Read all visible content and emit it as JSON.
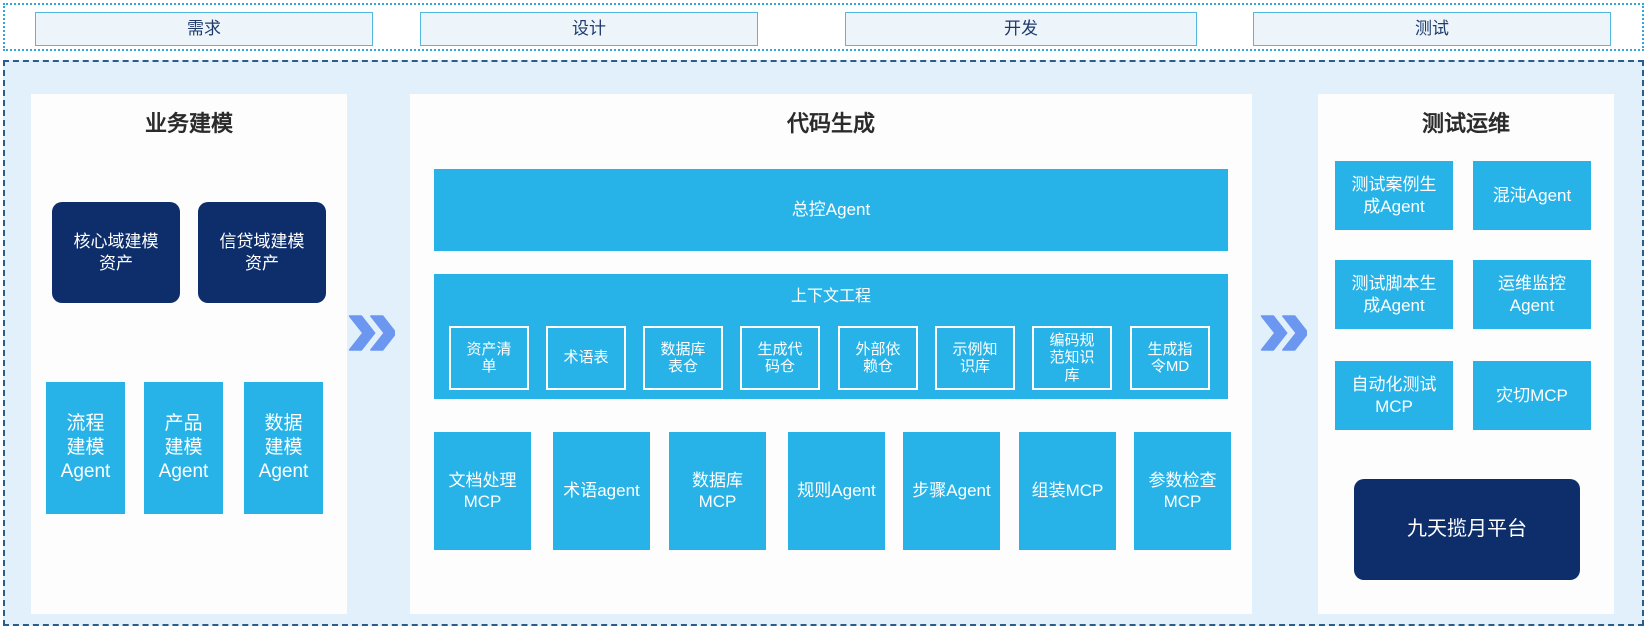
{
  "colors": {
    "cyan": "#27b3e8",
    "navy": "#0d2e6b",
    "panel_bg": "#fdfdfe",
    "container_bg": "#e1f0fa",
    "stage_box_bg": "#edf5fa",
    "stage_box_border": "#52b8e0",
    "stage_text": "#1e3a6d",
    "dotted_border": "#2fa8d5",
    "dashed_border": "#2a5d8a",
    "arrow_blue": "#6c97f0",
    "title_text": "#2b2b2b"
  },
  "stages": [
    {
      "label": "需求"
    },
    {
      "label": "设计"
    },
    {
      "label": "开发"
    },
    {
      "label": "测试"
    }
  ],
  "business_modeling": {
    "title": "业务建模",
    "asset_boxes": [
      {
        "label": "核心域建模\n资产"
      },
      {
        "label": "信贷域建模\n资产"
      }
    ],
    "agent_boxes": [
      {
        "label": "流程\n建模\nAgent"
      },
      {
        "label": "产品\n建模\nAgent"
      },
      {
        "label": "数据\n建模\nAgent"
      }
    ]
  },
  "code_generation": {
    "title": "代码生成",
    "master_agent_label": "总控Agent",
    "context_engineering": {
      "title": "上下文工程",
      "items": [
        {
          "label": "资产清\n单"
        },
        {
          "label": "术语表"
        },
        {
          "label": "数据库\n表仓"
        },
        {
          "label": "生成代\n码仓"
        },
        {
          "label": "外部依\n赖仓"
        },
        {
          "label": "示例知\n识库"
        },
        {
          "label": "编码规\n范知识\n库"
        },
        {
          "label": "生成指\n令MD"
        }
      ]
    },
    "worker_boxes": [
      {
        "label": "文档处理\nMCP"
      },
      {
        "label": "术语agent"
      },
      {
        "label": "数据库\nMCP"
      },
      {
        "label": "规则Agent"
      },
      {
        "label": "步骤Agent"
      },
      {
        "label": "组装MCP"
      },
      {
        "label": "参数检查\nMCP"
      }
    ]
  },
  "test_ops": {
    "title": "测试运维",
    "boxes": [
      {
        "label": "测试案例生\n成Agent"
      },
      {
        "label": "混沌Agent"
      },
      {
        "label": "测试脚本生\n成Agent"
      },
      {
        "label": "运维监控\nAgent"
      },
      {
        "label": "自动化测试\nMCP"
      },
      {
        "label": "灾切MCP"
      }
    ],
    "platform_label": "九天揽月平台"
  }
}
